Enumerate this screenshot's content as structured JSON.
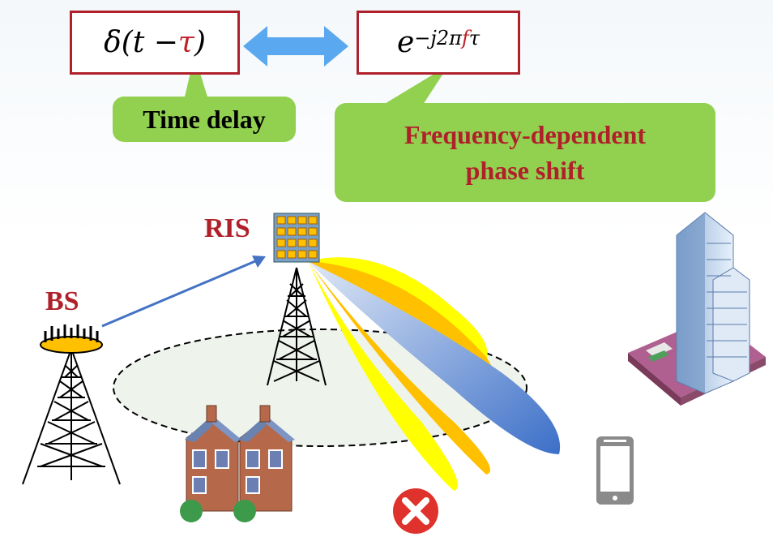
{
  "formula_left": {
    "prefix": "δ(t − ",
    "tau": "τ",
    "suffix": ")"
  },
  "formula_right": {
    "base": "e",
    "exp_prefix": "−j2π",
    "f": "f",
    "exp_suffix": "τ"
  },
  "callout_time": "Time delay",
  "callout_freq_line1": "Frequency-dependent",
  "callout_freq_line2": "phase shift",
  "label_ris": "RIS",
  "label_bs": "BS",
  "colors": {
    "frame_red": "#b0202a",
    "callout_green": "#92d050",
    "arrow_blue": "#5aa8f0",
    "beam_yellow": "#ffff00",
    "beam_orange": "#ffc000",
    "beam_red": "#ff0000",
    "beam_blue": "#4472c4"
  }
}
